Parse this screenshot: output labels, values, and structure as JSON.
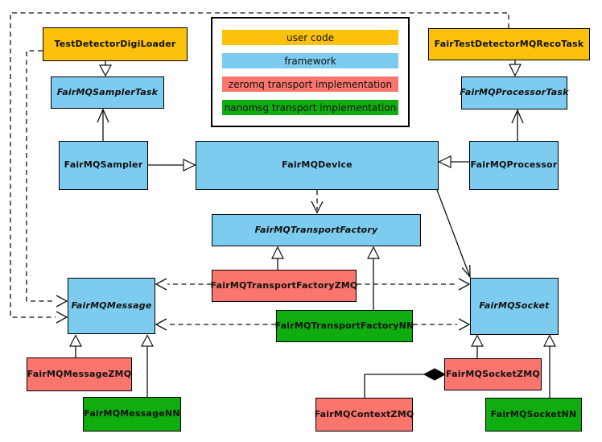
{
  "palette": {
    "user_code": "#FCC10D",
    "framework": "#7DCCF0",
    "zeromq": "#F9756E",
    "nanomsg": "#0FAD0F"
  },
  "legend": {
    "items": [
      {
        "label": "user code",
        "color": "#FCC10D"
      },
      {
        "label": "framework",
        "color": "#7DCCF0"
      },
      {
        "label": "zeromq transport implementation",
        "color": "#F9756E"
      },
      {
        "label": "nanomsg transport implementation",
        "color": "#0FAD0F"
      }
    ]
  },
  "classes": {
    "test_detector_digi_loader": {
      "label": "TestDetectorDigiLoader",
      "category": "user code",
      "abstract": false
    },
    "fair_test_detector_mq_reco_task": {
      "label": "FairTestDetectorMQRecoTask",
      "category": "user code",
      "abstract": false
    },
    "fairmq_sampler_task": {
      "label": "FairMQSamplerTask",
      "category": "framework",
      "abstract": true
    },
    "fairmq_processor_task": {
      "label": "FairMQProcessorTask",
      "category": "framework",
      "abstract": true
    },
    "fairmq_sampler": {
      "label": "FairMQSampler",
      "category": "framework",
      "abstract": false
    },
    "fairmq_device": {
      "label": "FairMQDevice",
      "category": "framework",
      "abstract": false
    },
    "fairmq_processor": {
      "label": "FairMQProcessor",
      "category": "framework",
      "abstract": false
    },
    "fairmq_transport_factory": {
      "label": "FairMQTransportFactory",
      "category": "framework",
      "abstract": true
    },
    "fairmq_transport_factory_zmq": {
      "label": "FairMQTransportFactoryZMQ",
      "category": "zeromq",
      "abstract": false
    },
    "fairmq_transport_factory_nn": {
      "label": "FairMQTransportFactoryNN",
      "category": "nanomsg",
      "abstract": false
    },
    "fairmq_message": {
      "label": "FairMQMessage",
      "category": "framework",
      "abstract": true
    },
    "fairmq_socket": {
      "label": "FairMQSocket",
      "category": "framework",
      "abstract": true
    },
    "fairmq_message_zmq": {
      "label": "FairMQMessageZMQ",
      "category": "zeromq",
      "abstract": false
    },
    "fairmq_message_nn": {
      "label": "FairMQMessageNN",
      "category": "nanomsg",
      "abstract": false
    },
    "fairmq_context_zmq": {
      "label": "FairMQContextZMQ",
      "category": "zeromq",
      "abstract": false
    },
    "fairmq_socket_zmq": {
      "label": "FairMQSocketZMQ",
      "category": "zeromq",
      "abstract": false
    },
    "fairmq_socket_nn": {
      "label": "FairMQSocketNN",
      "category": "nanomsg",
      "abstract": false
    }
  },
  "relations": [
    {
      "from": "TestDetectorDigiLoader",
      "to": "FairMQSamplerTask",
      "type": "inheritance"
    },
    {
      "from": "FairTestDetectorMQRecoTask",
      "to": "FairMQProcessorTask",
      "type": "inheritance"
    },
    {
      "from": "FairMQSampler",
      "to": "FairMQDevice",
      "type": "inheritance"
    },
    {
      "from": "FairMQProcessor",
      "to": "FairMQDevice",
      "type": "inheritance"
    },
    {
      "from": "FairMQSampler",
      "to": "FairMQSamplerTask",
      "type": "association"
    },
    {
      "from": "FairMQProcessor",
      "to": "FairMQProcessorTask",
      "type": "association"
    },
    {
      "from": "FairMQDevice",
      "to": "FairMQTransportFactory",
      "type": "dependency"
    },
    {
      "from": "FairMQDevice",
      "to": "FairMQSocket",
      "type": "association"
    },
    {
      "from": "FairMQTransportFactoryZMQ",
      "to": "FairMQTransportFactory",
      "type": "inheritance"
    },
    {
      "from": "FairMQTransportFactoryNN",
      "to": "FairMQTransportFactory",
      "type": "inheritance"
    },
    {
      "from": "FairMQTransportFactoryZMQ",
      "to": "FairMQMessage",
      "type": "dependency"
    },
    {
      "from": "FairMQTransportFactoryZMQ",
      "to": "FairMQSocket",
      "type": "dependency"
    },
    {
      "from": "FairMQTransportFactoryNN",
      "to": "FairMQMessage",
      "type": "dependency"
    },
    {
      "from": "FairMQTransportFactoryNN",
      "to": "FairMQSocket",
      "type": "dependency"
    },
    {
      "from": "TestDetectorDigiLoader",
      "to": "FairMQMessage",
      "type": "dependency"
    },
    {
      "from": "FairTestDetectorMQRecoTask",
      "to": "FairMQMessage",
      "type": "dependency"
    },
    {
      "from": "FairMQMessageZMQ",
      "to": "FairMQMessage",
      "type": "inheritance"
    },
    {
      "from": "FairMQMessageNN",
      "to": "FairMQMessage",
      "type": "inheritance"
    },
    {
      "from": "FairMQSocketZMQ",
      "to": "FairMQSocket",
      "type": "inheritance"
    },
    {
      "from": "FairMQSocketNN",
      "to": "FairMQSocket",
      "type": "inheritance"
    },
    {
      "from": "FairMQContextZMQ",
      "to": "FairMQSocketZMQ",
      "type": "composition"
    }
  ]
}
